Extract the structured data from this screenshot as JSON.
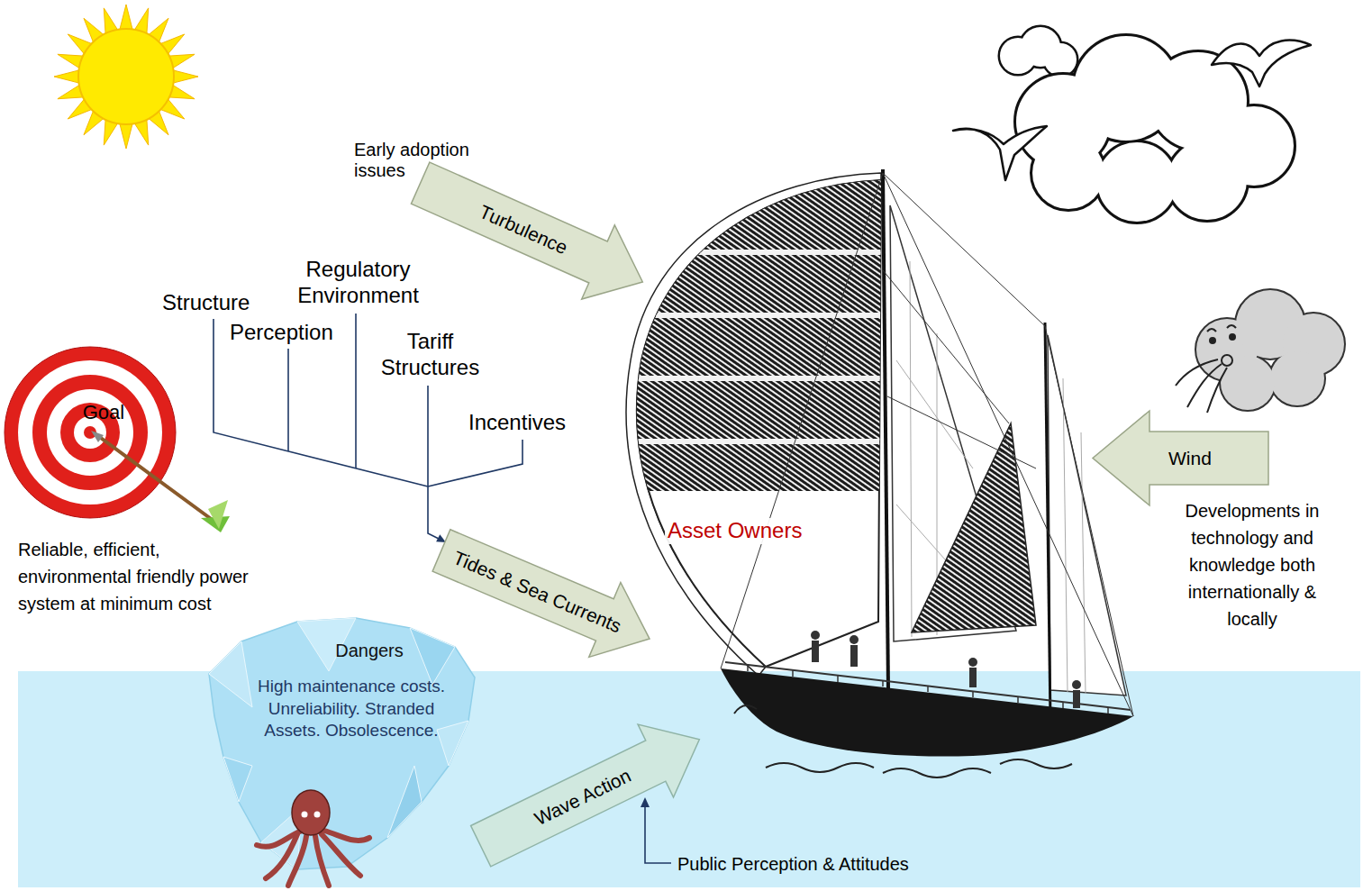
{
  "diagram": {
    "nodes": [
      {
        "text": [
          "Turbulence"
        ]
      },
      {
        "text": [
          "Goal"
        ]
      },
      {
        "text": [
          "Asset Owners"
        ]
      },
      {
        "text": [
          "Wind"
        ]
      },
      {
        "text": [
          "Tides & Sea Currents"
        ]
      },
      {
        "text": [
          "Dangers",
          "High maintenance costs. Unreliability. Stranded Assets. Obsolescence."
        ]
      },
      {
        "text": [
          "Wave Action"
        ]
      }
    ],
    "labels": [
      "Early adoption issues",
      "Structure",
      "Regulatory Environment",
      "Perception",
      "Tariff Structures",
      "Incentives",
      "Reliable, efficient, environmental friendly power system at minimum cost",
      "Developments in technology and knowledge both internationally & locally",
      "Public Perception & Attitudes"
    ]
  }
}
